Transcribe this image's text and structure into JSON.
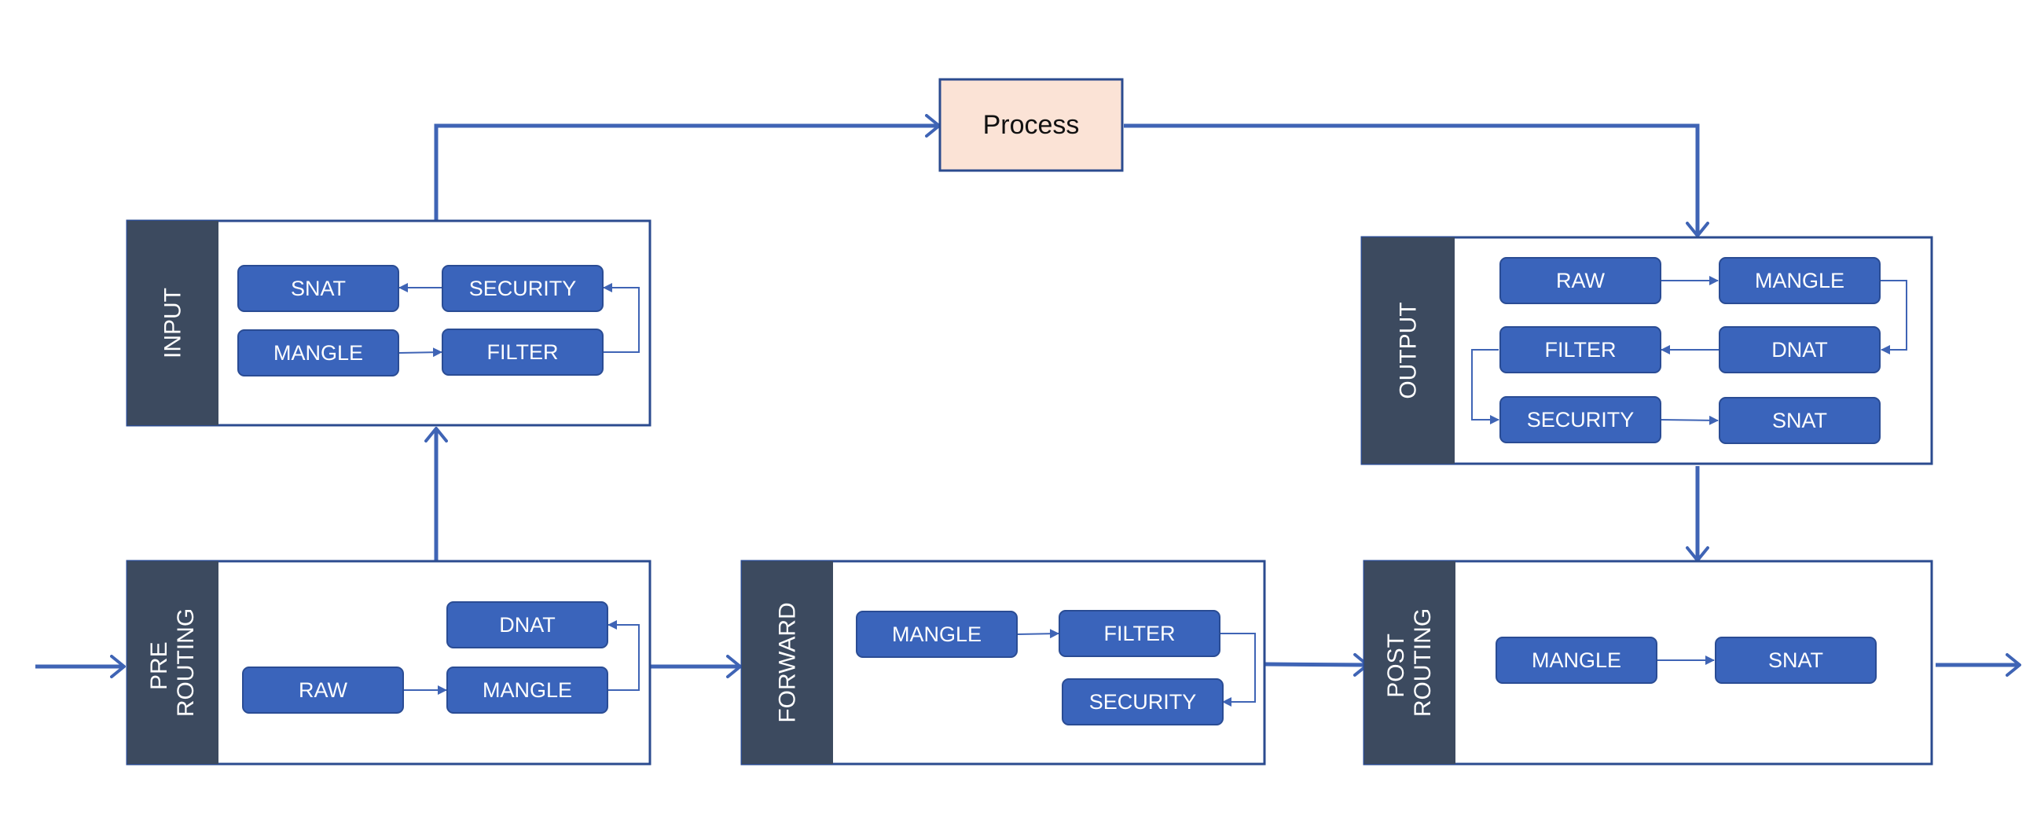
{
  "colors": {
    "box_fill": "#3a64bb",
    "box_stroke": "#2a4c94",
    "stage_header": "#3c4a5f",
    "stage_border": "#2b4b8f",
    "process_fill": "#fbe3d6",
    "arrow": "#3f64b5"
  },
  "process": {
    "label": "Process"
  },
  "stages": {
    "input": {
      "label": "INPUT",
      "boxes": {
        "snat": "SNAT",
        "security": "SECURITY",
        "mangle": "MANGLE",
        "filter": "FILTER"
      }
    },
    "output": {
      "label": "OUTPUT",
      "boxes": {
        "raw": "RAW",
        "mangle": "MANGLE",
        "filter": "FILTER",
        "dnat": "DNAT",
        "security": "SECURITY",
        "snat": "SNAT"
      }
    },
    "prerouting": {
      "label_line1": "PRE",
      "label_line2": "ROUTING",
      "boxes": {
        "dnat": "DNAT",
        "raw": "RAW",
        "mangle": "MANGLE"
      }
    },
    "forward": {
      "label": "FORWARD",
      "boxes": {
        "mangle": "MANGLE",
        "filter": "FILTER",
        "security": "SECURITY"
      }
    },
    "postrouting": {
      "label_line1": "POST",
      "label_line2": "ROUTING",
      "boxes": {
        "mangle": "MANGLE",
        "snat": "SNAT"
      }
    }
  }
}
